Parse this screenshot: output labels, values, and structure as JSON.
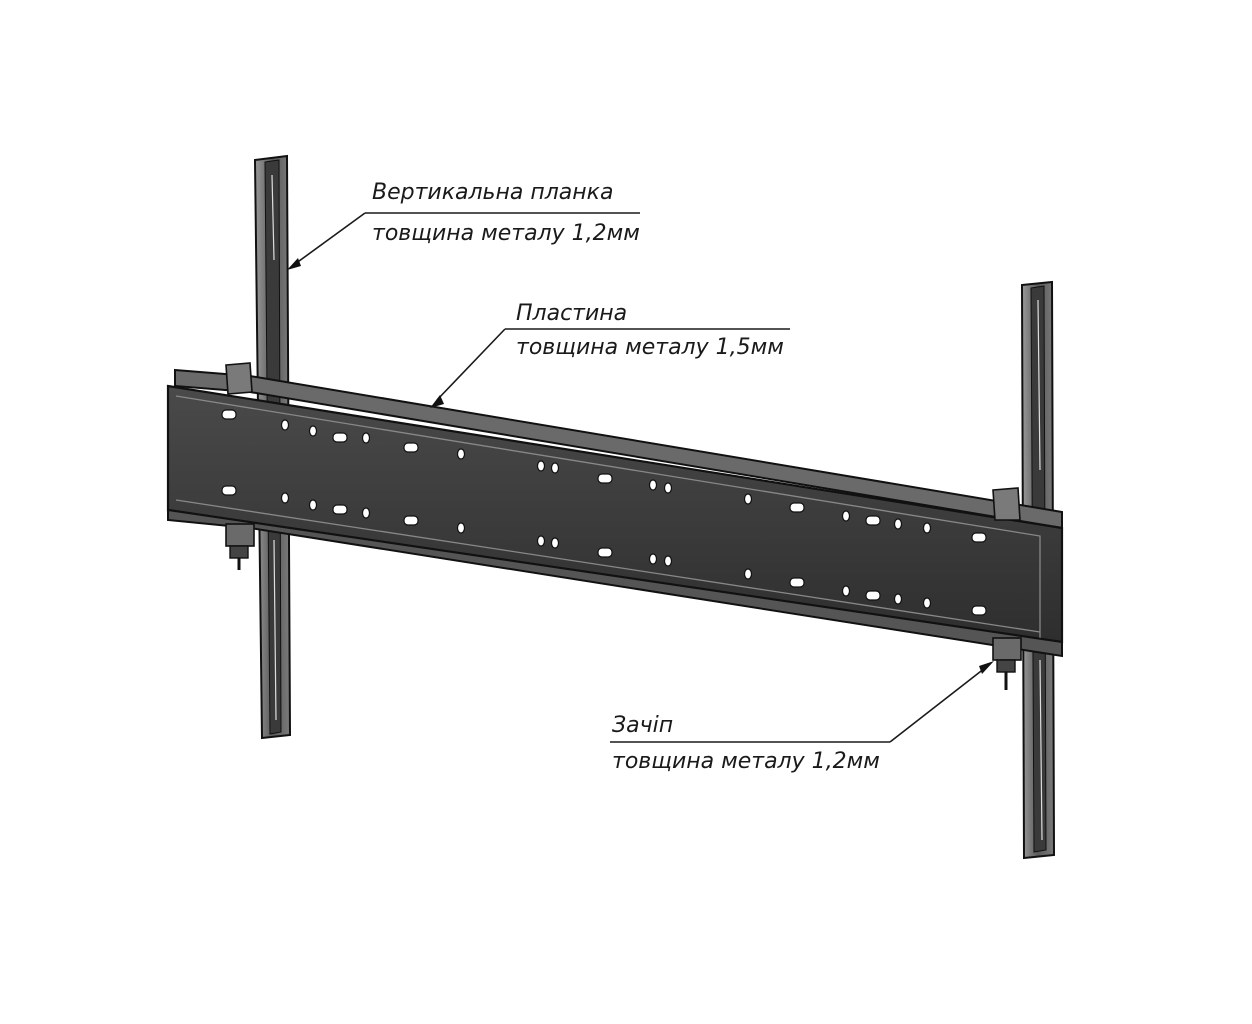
{
  "callouts": {
    "vertical_bar": {
      "title": "Вертикальна планка",
      "spec": "товщина металу 1,2мм"
    },
    "plate": {
      "title": "Пластина",
      "spec": "товщина металу 1,5мм"
    },
    "latch": {
      "title": "Зачіп",
      "spec": "товщина металу 1,2мм"
    }
  },
  "colors": {
    "metal_dark": "#3a3a3a",
    "metal_mid": "#5a5a5a",
    "metal_light": "#8a8a8a",
    "outline": "#111111",
    "background": "#ffffff"
  }
}
